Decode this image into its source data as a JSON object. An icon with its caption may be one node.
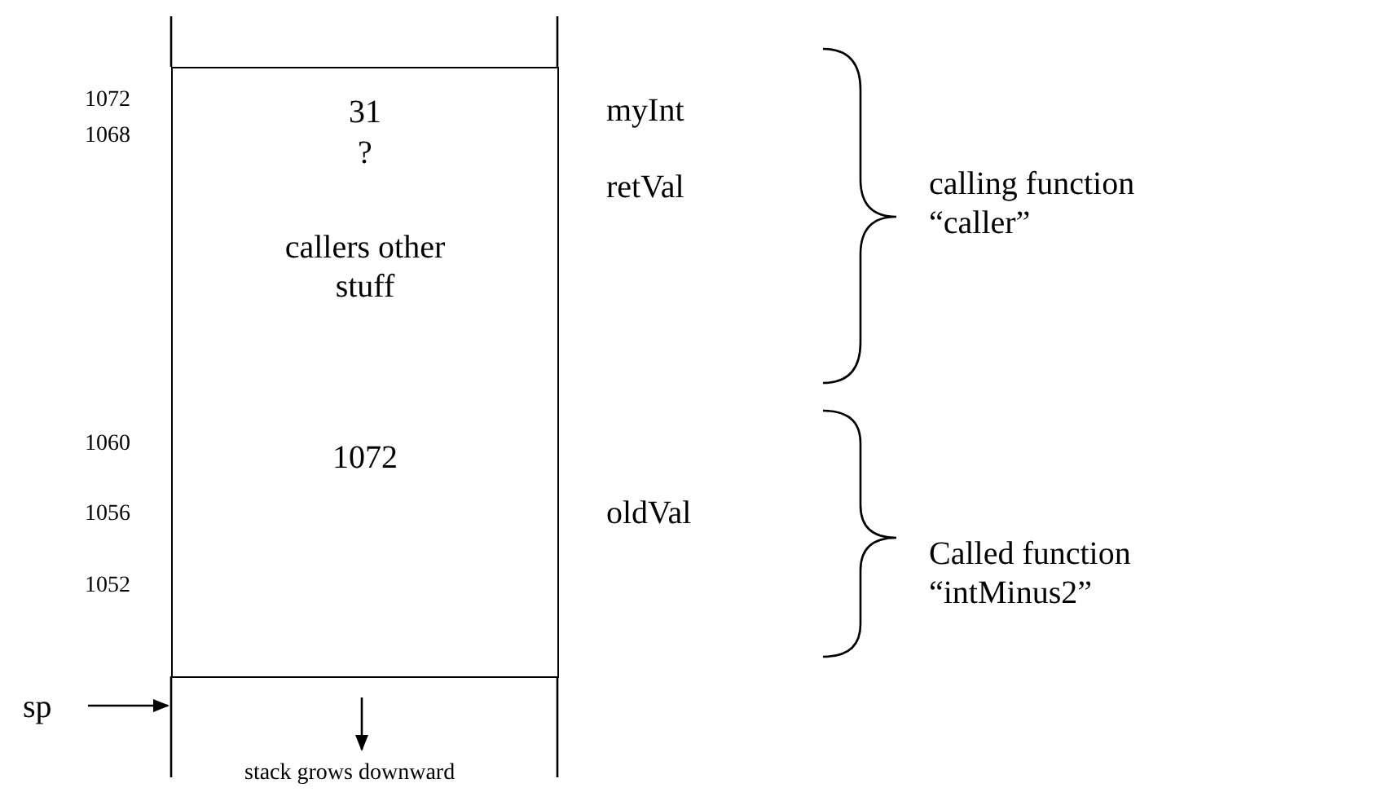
{
  "diagram": {
    "nodes": [
      {
        "text": [
          "sp"
        ]
      },
      {
        "text": [
          "31",
          "?",
          "callers other stuff",
          "1072"
        ]
      }
    ],
    "edges": [
      {
        "from": 0,
        "to": 1,
        "arrow": "to"
      }
    ],
    "labels": [
      "1072",
      "myInt",
      "1068",
      "retVal",
      "calling function “caller”",
      "1060",
      "1056",
      "oldVal",
      "Called function “intMinus2”",
      "1052",
      "stack grows downward"
    ]
  }
}
